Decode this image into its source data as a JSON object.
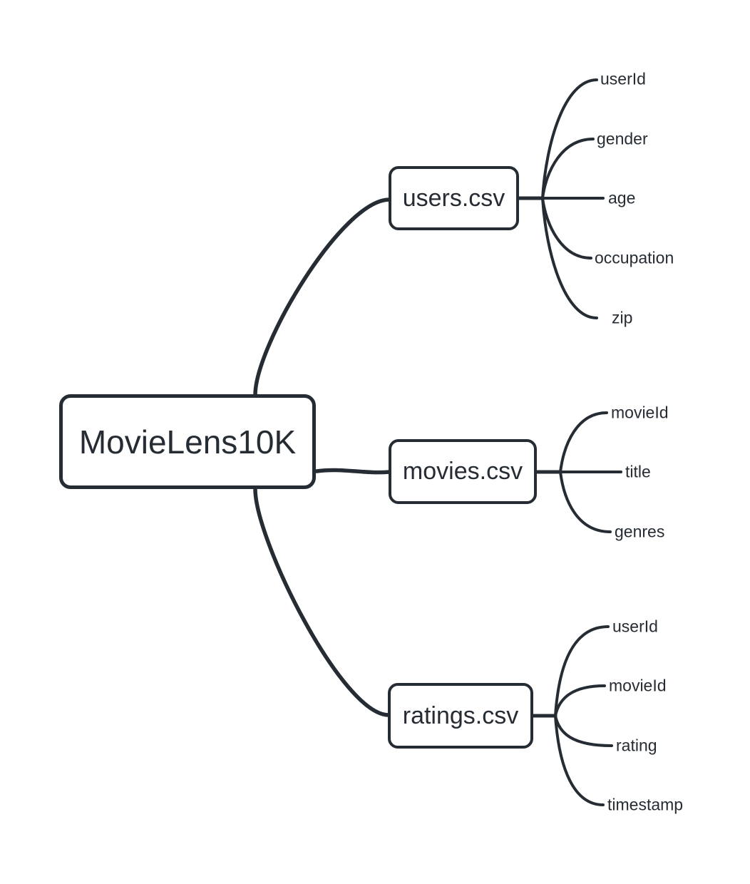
{
  "diagram": {
    "type": "mindmap",
    "root": {
      "label": "MovieLens10K"
    },
    "branches": [
      {
        "label": "users.csv",
        "children": [
          "userId",
          "gender",
          "age",
          "occupation",
          "zip"
        ]
      },
      {
        "label": "movies.csv",
        "children": [
          "movieId",
          "title",
          "genres"
        ]
      },
      {
        "label": "ratings.csv",
        "children": [
          "userId",
          "movieId",
          "rating",
          "timestamp"
        ]
      }
    ],
    "colors": {
      "stroke": "#262c33",
      "background": "#ffffff"
    }
  }
}
